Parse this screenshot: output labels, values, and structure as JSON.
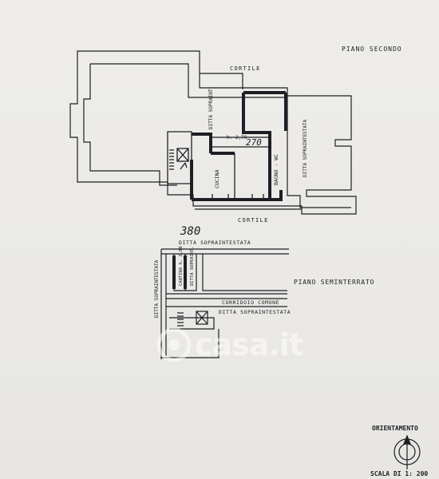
{
  "plan": {
    "top_floor_title": "PIANO SECONDO",
    "lower_floor_title": "PIANO SEMINTERRATO",
    "cortile_top": "CORTILE",
    "cortile_bottom": "CORTILE",
    "height_note": "h. 2,70",
    "handwritten_top": "270",
    "handwritten_bottom": "380",
    "room_ditta_1": "DITTA SOPRAINT.",
    "room_ditta_2": "DITTA SOPRAINTESTATA",
    "room_cucina": "CUCINA",
    "room_bagno": "BAGNO - WC",
    "lower_ditta_top": "DITTA SOPRAINTESTATA",
    "lower_ditta_left": "DITTA SOPRAINTESTATA",
    "lower_cantina": "CANTINA h. 2,80",
    "lower_ditta_small": "DITTA SOPRAINT.",
    "corridoio": "CORRIDOIO COMUNE",
    "lower_ditta_bottom": "DITTA SOPRAINTESTATA",
    "orientation": "ORIENTAMENTO",
    "scale": "SCALA DI 1: 200"
  },
  "watermark": {
    "text": "casa.it"
  },
  "colors": {
    "ink": "#1e1e24",
    "paper": "#eeedea"
  }
}
